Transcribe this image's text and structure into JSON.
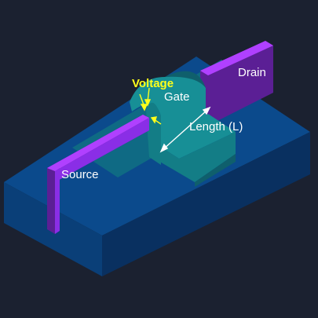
{
  "labels": {
    "drain": "Drain",
    "source": "Source",
    "gate": "Gate",
    "voltage": "Voltage",
    "length": "Length (L)"
  },
  "colors": {
    "background": "#1b2130",
    "substrate_top": "#0b4a8c",
    "substrate_front": "#0a3f78",
    "substrate_side": "#093060",
    "channel_top": "#0f6a84",
    "gate_top": "#178f96",
    "gate_front": "#137d86",
    "gate_side": "#0f5f6c",
    "electrode_front": "#5b1f95",
    "electrode_top": "#b040ff",
    "electrode_side": "#8a2ee6",
    "voltage_label": "#ffff1a",
    "length_arrow": "#ffffff"
  }
}
